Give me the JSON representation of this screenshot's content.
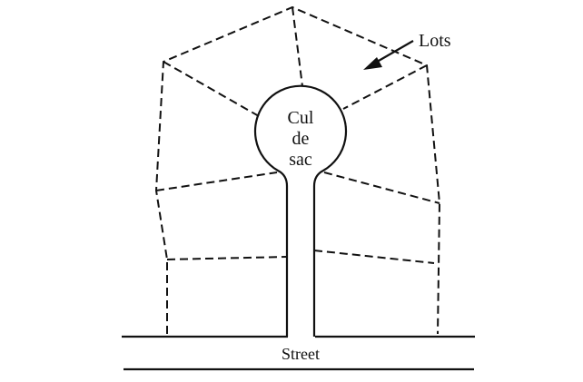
{
  "labels": {
    "lots": "Lots",
    "cul": "Cul",
    "de": "de",
    "sac": "sac",
    "street": "Street"
  },
  "colors": {
    "ink": "#111111",
    "background": "#ffffff"
  }
}
